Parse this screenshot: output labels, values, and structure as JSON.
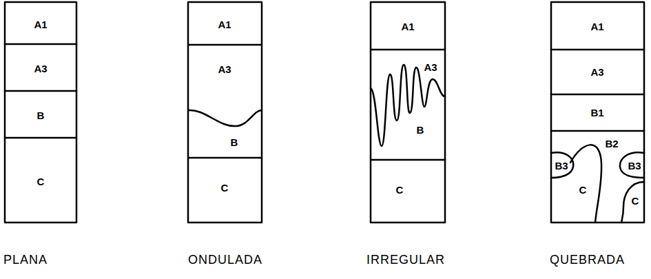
{
  "diagram": {
    "nodes": [
      {
        "text": [
          "PLANA"
        ]
      },
      {
        "text": [
          "ONDULADA"
        ]
      },
      {
        "text": [
          "IRREGULAR"
        ]
      },
      {
        "text": [
          "QUEBRADA"
        ]
      }
    ],
    "labels": [
      "A1",
      "A3",
      "B",
      "C",
      "A1",
      "A3",
      "B",
      "C",
      "A1",
      "A3",
      "B",
      "C",
      "A1",
      "A3",
      "B1",
      "B3",
      "B2",
      "B3",
      "C",
      "C"
    ]
  }
}
